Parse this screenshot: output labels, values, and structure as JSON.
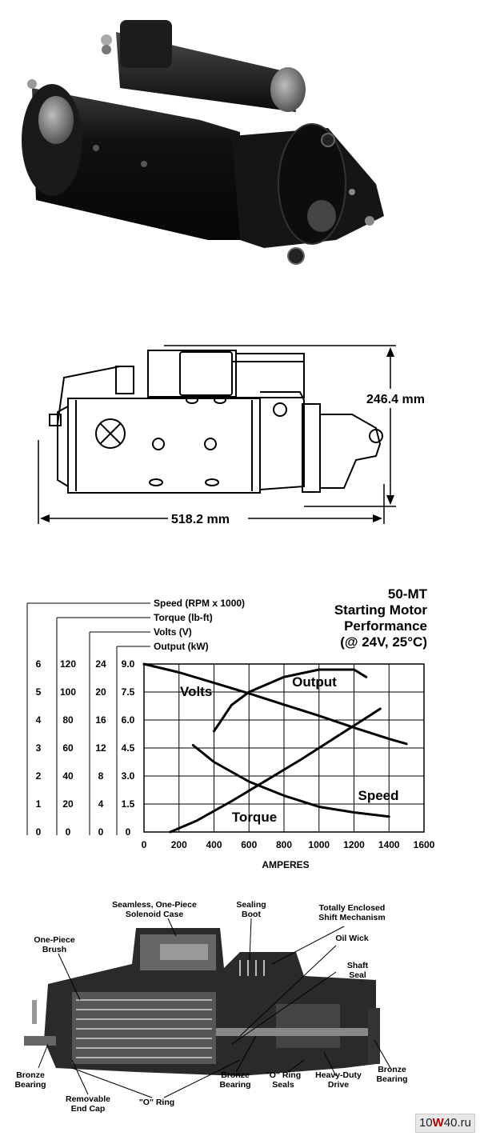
{
  "drawing": {
    "height_label": "246.4 mm",
    "length_label": "518.2 mm"
  },
  "chart_data": {
    "type": "line",
    "title_lines": [
      "50-MT",
      "Starting Motor",
      "Performance",
      "(@ 24V, 25°C)"
    ],
    "legend": [
      "Speed (RPM x 1000)",
      "Torque (lb-ft)",
      "Volts (V)",
      "Output (kW)"
    ],
    "xlabel": "AMPERES",
    "xlim": [
      0,
      1600
    ],
    "x_ticks": [
      "0",
      "200",
      "400",
      "600",
      "800",
      "1000",
      "1200",
      "1400",
      "1600"
    ],
    "y_axes": [
      {
        "name": "Speed (RPM x 1000)",
        "ticks": [
          "0",
          "1",
          "2",
          "3",
          "4",
          "5",
          "6"
        ]
      },
      {
        "name": "Torque (lb-ft)",
        "ticks": [
          "0",
          "20",
          "40",
          "60",
          "80",
          "100",
          "120"
        ]
      },
      {
        "name": "Volts (V)",
        "ticks": [
          "0",
          "4",
          "8",
          "12",
          "16",
          "20",
          "24"
        ]
      },
      {
        "name": "Output (kW)",
        "ticks": [
          "0",
          "1.5",
          "3.0",
          "4.5",
          "6.0",
          "7.5",
          "9.0"
        ]
      }
    ],
    "grid": true,
    "series": [
      {
        "name": "Volts",
        "scale": "Volts (V)",
        "x": [
          0,
          200,
          400,
          600,
          800,
          1000,
          1200,
          1400,
          1500
        ],
        "y": [
          24,
          22.8,
          21.3,
          19.8,
          18.2,
          16.6,
          14.9,
          13.3,
          12.6
        ]
      },
      {
        "name": "Output",
        "scale": "Output (kW)",
        "x": [
          400,
          500,
          600,
          800,
          1000,
          1200,
          1270
        ],
        "y": [
          5.4,
          6.8,
          7.5,
          8.3,
          8.7,
          8.7,
          8.3
        ]
      },
      {
        "name": "Speed",
        "scale": "Speed (RPM x 1000)",
        "x": [
          280,
          400,
          600,
          800,
          1000,
          1200,
          1400
        ],
        "y": [
          3.1,
          2.5,
          1.8,
          1.3,
          0.9,
          0.7,
          0.55
        ]
      },
      {
        "name": "Torque",
        "scale": "Torque (lb-ft)",
        "x": [
          150,
          300,
          500,
          700,
          900,
          1100,
          1300,
          1350
        ],
        "y": [
          0,
          8,
          22,
          37,
          52,
          68,
          84,
          88
        ]
      }
    ]
  },
  "cutaway": {
    "labels": {
      "solenoid_case": "Seamless, One-Piece\nSolenoid Case",
      "sealing_boot": "Sealing\nBoot",
      "shift_mechanism": "Totally Enclosed\nShift Mechanism",
      "one_piece_brush": "One-Piece\nBrush",
      "oil_wick": "Oil Wick",
      "shaft_seal": "Shaft\nSeal",
      "bronze_bearing_left": "Bronze\nBearing",
      "removable_end_cap": "Removable\nEnd Cap",
      "o_ring": "\"O\" Ring",
      "bronze_bearing_mid": "Bronze\nBearing",
      "o_ring_seals": "\"O\" Ring\nSeals",
      "heavy_duty_drive": "Heavy-Duty\nDrive",
      "bronze_bearing_right": "Bronze\nBearing"
    }
  },
  "watermark": {
    "prefix": "10",
    "mid": "W",
    "suffix": "40.ru"
  }
}
